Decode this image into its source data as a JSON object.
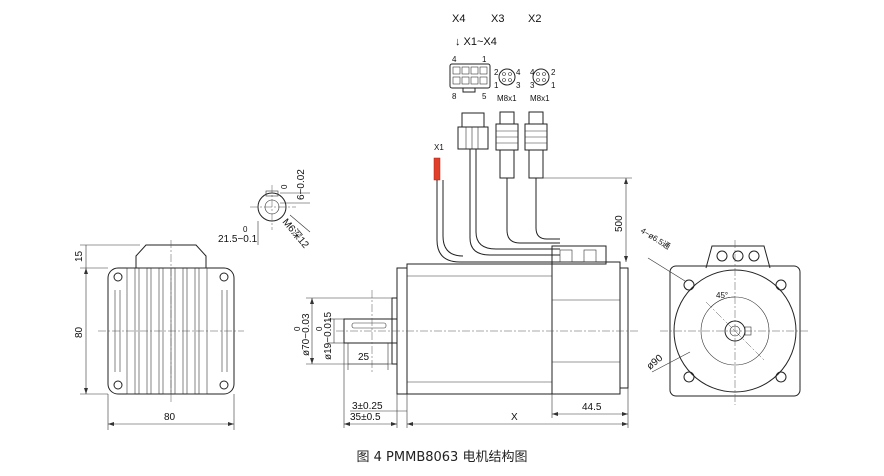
{
  "caption": "图 4 PMMB8063 电机结构图",
  "connectors": {
    "x4": "X4",
    "x3": "X3",
    "x2": "X2",
    "x1_range": "↓ X1~X4",
    "x1": "X1",
    "pin4": "4",
    "pin1": "1",
    "pin8": "8",
    "pin5": "5",
    "x3_p2": "2",
    "x3_p4": "4",
    "x3_p1": "1",
    "x3_p3": "3",
    "x2_p4": "4",
    "x2_p2": "2",
    "x2_p3": "3",
    "x2_p1": "1",
    "m8_a": "M8x1",
    "m8_b": "M8x1"
  },
  "shaft_section": {
    "dim_a": "0",
    "dim_b": "6−0.02",
    "dim_c": "0",
    "dim_d": "21.5−0.1",
    "thread": "M6深12"
  },
  "end_view": {
    "dim_15": "15",
    "dim_80_v": "80",
    "dim_80_h": "80"
  },
  "side_view": {
    "cable_length": "500",
    "dia_flange_0": "0",
    "dia_flange": "ø70−0.03",
    "dia_shaft_0": "0",
    "dia_shaft": "ø19−0.015",
    "key_len": "25",
    "step": "3±0.25",
    "shaft_len": "35±0.5",
    "body_len": "X",
    "rear_len": "44.5"
  },
  "flange_view": {
    "holes": "4−ø6.5通",
    "angle": "45°",
    "pcd": "ø90"
  }
}
